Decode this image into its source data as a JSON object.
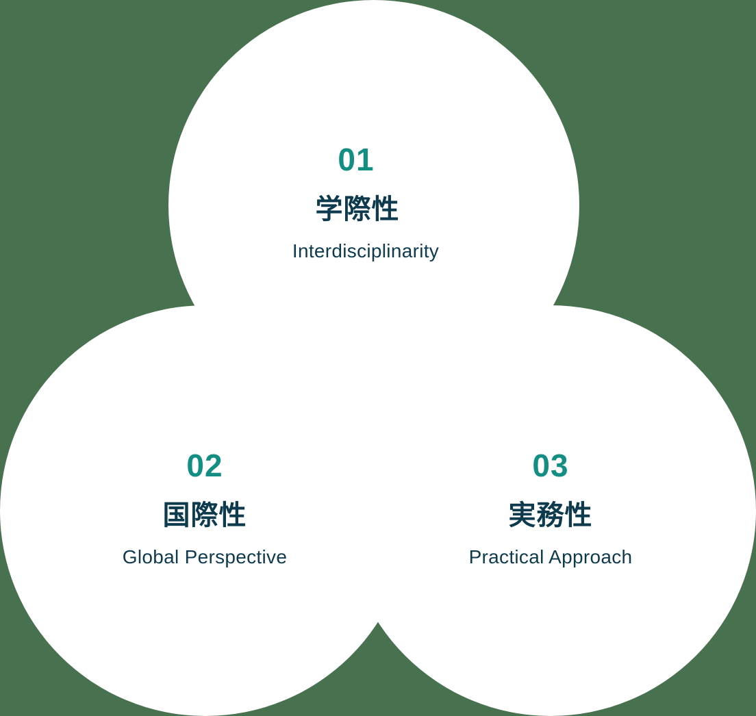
{
  "diagram": {
    "type": "three-circle-venn",
    "colors": {
      "background": "#48714F",
      "circle_fill": "#FFFFFF",
      "number": "#138E83",
      "text": "#0E3A4E"
    },
    "items": [
      {
        "number": "01",
        "title_ja": "学際性",
        "title_en": "Interdisciplinarity"
      },
      {
        "number": "02",
        "title_ja": "国際性",
        "title_en": "Global Perspective"
      },
      {
        "number": "03",
        "title_ja": "実務性",
        "title_en": "Practical Approach"
      }
    ]
  }
}
